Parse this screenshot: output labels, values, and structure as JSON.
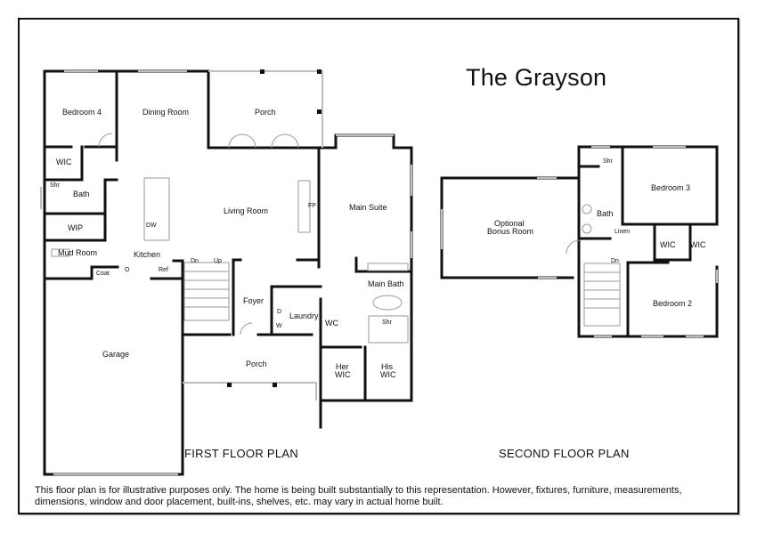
{
  "title": "The Grayson",
  "captions": {
    "first_floor": "FIRST FLOOR PLAN",
    "second_floor": "SECOND FLOOR PLAN"
  },
  "disclaimer": {
    "line1": "This floor plan is for illustrative purposes only. The home is being built substantially to this representation. However, fixtures, furniture, measurements,",
    "line2": "dimensions, window and door placement, built-ins, shelves, etc. may vary in actual home built."
  },
  "first_floor": {
    "rooms": {
      "bedroom4": "Bedroom 4",
      "dining": "Dining Room",
      "porch_rear": "Porch",
      "wic": "WIC",
      "shr": "Shr",
      "bath": "Bath",
      "wip": "WIP",
      "living": "Living Room",
      "fp": "FP",
      "dw": "DW",
      "main_suite": "Main Suite",
      "mud_room": "Mud Room",
      "kitchen": "Kitchen",
      "coat": "Coat",
      "oven": "O",
      "ref": "Ref",
      "dn": "Dn",
      "up": "Up",
      "foyer": "Foyer",
      "laundry": "Laundry",
      "dryer": "D",
      "washer": "W",
      "wc": "WC",
      "main_bath": "Main Bath",
      "main_shr": "Shr",
      "garage": "Garage",
      "porch_front": "Porch",
      "her_wic": "Her\nWIC",
      "her_wic_1": "Her",
      "her_wic_2": "WIC",
      "his_wic_1": "His",
      "his_wic_2": "WIC"
    }
  },
  "second_floor": {
    "rooms": {
      "bonus_1": "Optional",
      "bonus_2": "Bonus Room",
      "shr": "Shr",
      "bath": "Bath",
      "linen": "Linen",
      "bedroom3": "Bedroom 3",
      "wic_a": "WIC",
      "wic_b": "WIC",
      "dn": "Dn",
      "bedroom2": "Bedroom 2"
    }
  },
  "colors": {
    "wall": "#111111",
    "fixture": "#9a9a9a",
    "window": "#bdbdbd"
  }
}
